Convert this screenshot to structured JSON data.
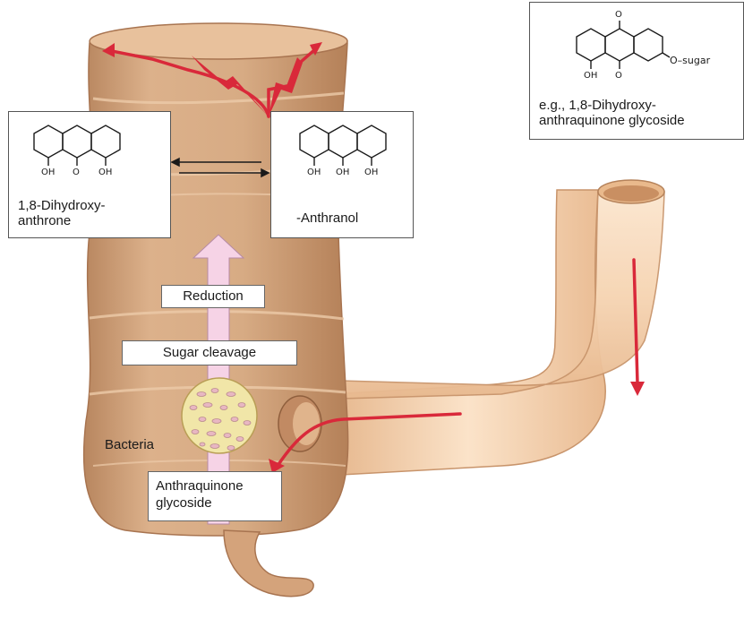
{
  "diagram": {
    "glycoside_box": {
      "substituent_top": "O",
      "oh_label": "OH",
      "o_label": "O",
      "sugar_label": "O–sugar",
      "caption_line1": "e.g., 1,8-Dihydroxy-",
      "caption_line2": "anthraquinone glycoside"
    },
    "anthrone_box": {
      "oh_left": "OH",
      "o_label": "O",
      "oh_right": "OH",
      "caption_line1": "1,8-Dihydroxy-",
      "caption_line2": "anthrone"
    },
    "anthranol_box": {
      "oh_1": "OH",
      "oh_2": "OH",
      "oh_3": "OH",
      "caption": "-Anthranol"
    },
    "steps": {
      "reduction": "Reduction",
      "sugar_cleavage": "Sugar cleavage",
      "bacteria": "Bacteria",
      "start_line1": "Anthraquinone",
      "start_line2": "glycoside"
    },
    "colors": {
      "intestine_fill": "#d9ad86",
      "intestine_dark": "#b07e58",
      "small_intestine_fill": "#f7d8b8",
      "arrow_red": "#d9293a",
      "upward_arrow_pink": "#f6d3e6",
      "bacteria_fill": "#f1e6a8"
    }
  }
}
